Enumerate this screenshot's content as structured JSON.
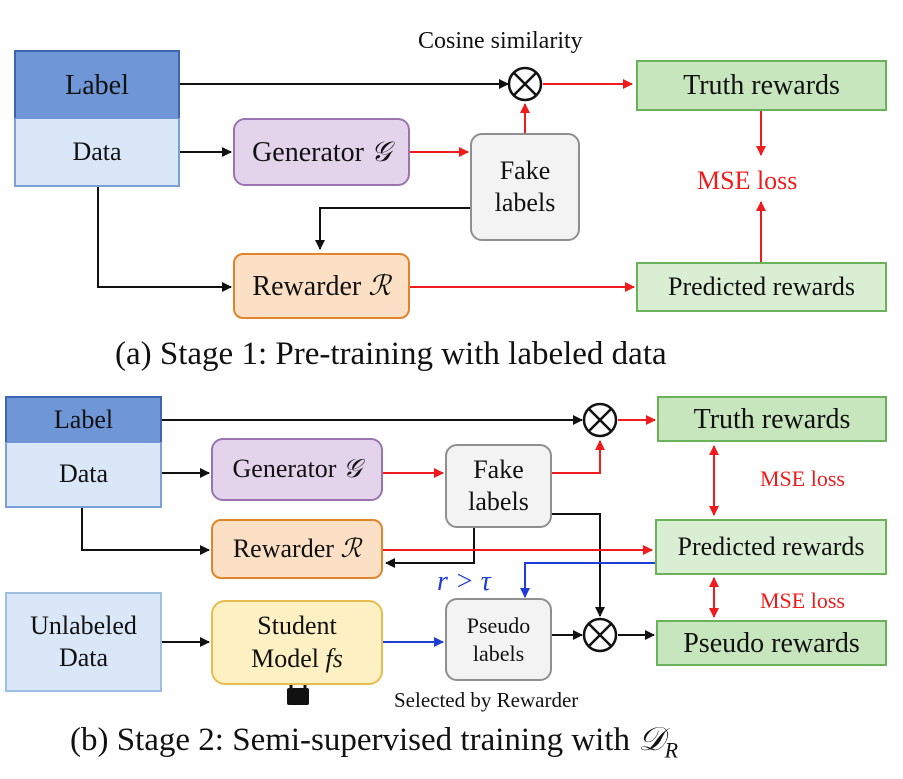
{
  "stage1": {
    "label": "Label",
    "data": "Data",
    "generator": "Generator",
    "generator_symbol": "𝒢",
    "fake_line1": "Fake",
    "fake_line2": "labels",
    "rewarder": "Rewarder",
    "rewarder_symbol": "ℛ",
    "cosine": "Cosine similarity",
    "truth": "Truth rewards",
    "mse": "MSE loss",
    "predicted": "Predicted rewards",
    "caption": "(a) Stage 1: Pre-training with labeled data"
  },
  "stage2": {
    "label": "Label",
    "data": "Data",
    "generator": "Generator",
    "generator_symbol": "𝒢",
    "fake_line1": "Fake",
    "fake_line2": "labels",
    "rewarder": "Rewarder",
    "rewarder_symbol": "ℛ",
    "truth": "Truth rewards",
    "mse1": "MSE loss",
    "predicted": "Predicted rewards",
    "mse2": "MSE loss",
    "unlabeled_line1": "Unlabeled",
    "unlabeled_line2": "Data",
    "student_line1": "Student",
    "student_line2": "Model",
    "student_symbol": "fs",
    "threshold": "r > τ",
    "pseudo_line1": "Pseudo",
    "pseudo_line2": "labels",
    "pseudo_rewards": "Pseudo rewards",
    "selected": "Selected by Rewarder",
    "caption_prefix": "(b) Stage 2: Semi-supervised training with",
    "caption_symbol": "𝒟",
    "caption_subscript": "R"
  },
  "icons": {
    "lock": "lock-icon",
    "multiply": "circle-times-icon"
  },
  "colors": {
    "red_arrow": "#ee1c1c",
    "blue_arrow": "#1f3dd6",
    "black_arrow": "#111111"
  }
}
